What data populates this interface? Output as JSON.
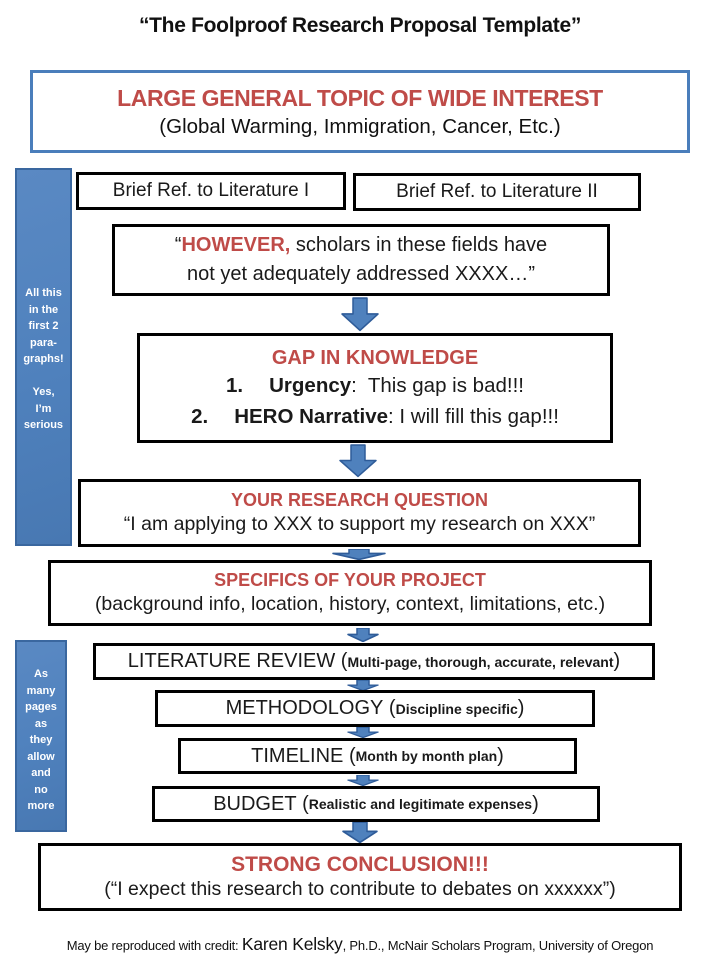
{
  "page_title": "“The Foolproof Research Proposal Template”",
  "colors": {
    "accent_blue": "#4f81bd",
    "accent_blue_dark": "#3a679f",
    "heading_red": "#bf4b48",
    "topic_border_blue": "#4a7ebb",
    "box_border_black": "#000000"
  },
  "topic_box": {
    "title": "LARGE GENERAL TOPIC OF WIDE INTEREST",
    "subtitle": "(Global Warming, Immigration, Cancer, Etc.)"
  },
  "sidebar_top": {
    "text": "All this\nin the\nfirst 2\npara-\ngraphs!\n\nYes,\nI’m\nserious"
  },
  "sidebar_bottom": {
    "text": "As\nmany\npages\nas\nthey\nallow\nand\nno\nmore"
  },
  "literature_refs": {
    "ref1": "Brief Ref. to Literature I",
    "ref2": "Brief Ref. to Literature II"
  },
  "however_box": {
    "quote_open": "“",
    "highlight": "HOWEVER,",
    "line1_rest": " scholars in these fields have",
    "line2": "not yet adequately addressed XXXX…”"
  },
  "gap_box": {
    "title": "GAP IN KNOWLEDGE",
    "items": [
      {
        "num": "1.",
        "lead": "Urgency",
        "rest": ":  This gap is bad!!!"
      },
      {
        "num": "2.",
        "lead": "HERO Narrative",
        "rest": ": I will fill this gap!!!"
      }
    ]
  },
  "research_question_box": {
    "title": "YOUR RESEARCH QUESTION",
    "quote": "“I am applying to XXX to support my research on XXX”"
  },
  "specifics_box": {
    "title": "SPECIFICS OF YOUR PROJECT",
    "detail": "(background info, location, history, context, limitations, etc.)"
  },
  "stage_boxes": [
    {
      "label": "LITERATURE REVIEW",
      "paren": "Multi-page, thorough, accurate, relevant"
    },
    {
      "label": "METHODOLOGY",
      "paren": "Discipline specific"
    },
    {
      "label": "TIMELINE",
      "paren": "Month by month plan"
    },
    {
      "label": "BUDGET",
      "paren": "Realistic and legitimate expenses"
    }
  ],
  "misc": {
    "paren_open": " (",
    "paren_close": ")"
  },
  "conclusion_box": {
    "title": "STRONG CONCLUSION!!!",
    "quote": "(“I expect this research to contribute to debates on xxxxxx”)"
  },
  "footer": {
    "prefix": "May be reproduced with credit: ",
    "name": "Karen Kelsky",
    "suffix": ", Ph.D., McNair Scholars Program, University of Oregon"
  }
}
